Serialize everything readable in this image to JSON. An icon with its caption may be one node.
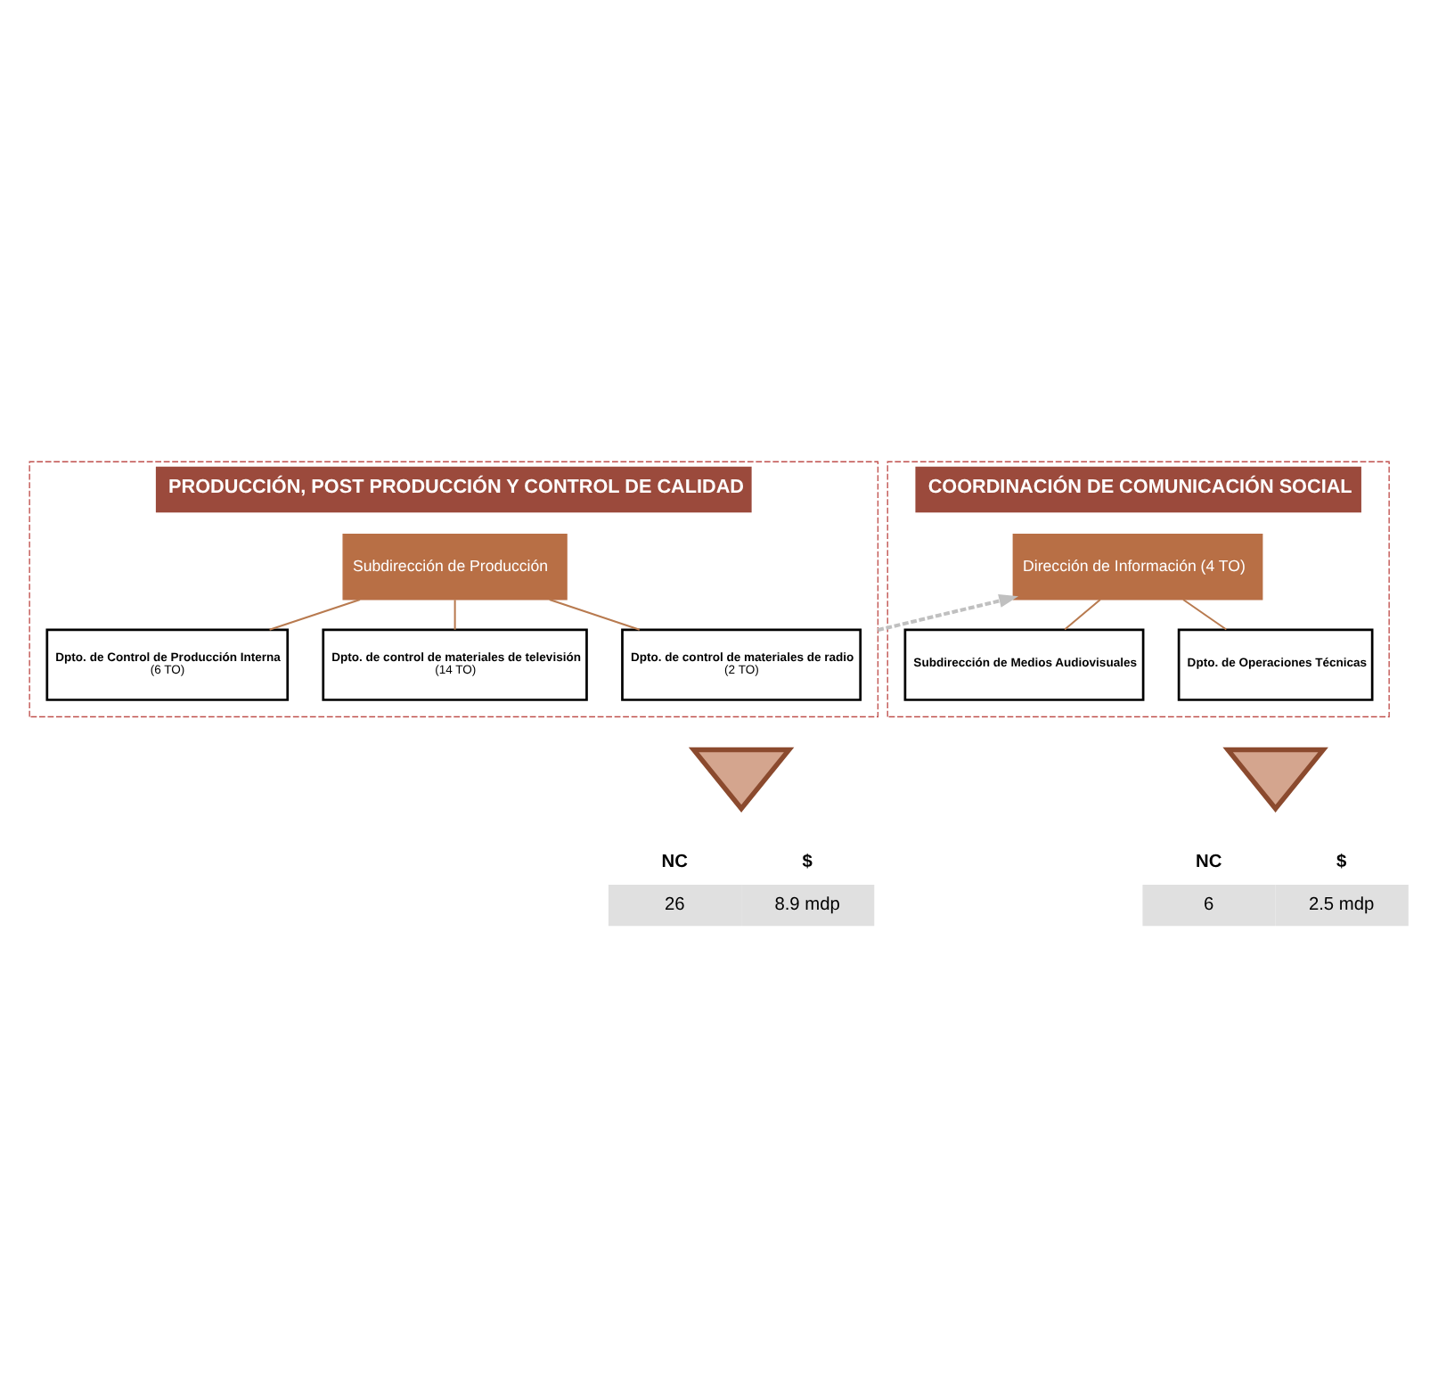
{
  "diagram": {
    "nodes": [
      {
        "text": [
          "PRODUCCIÓN, POST PRODUCCIÓN Y CONTROL DE CALIDAD"
        ]
      },
      {
        "text": [
          "Subdirección de Producción"
        ],
        "in": 0
      },
      {
        "text": [
          "Dpto. de Control de Producción Interna",
          "(6 TO)"
        ],
        "in": 0
      },
      {
        "text": [
          "Dpto. de control de materiales de televisión",
          "(14 TO)"
        ],
        "in": 0
      },
      {
        "text": [
          "Dpto. de control de materiales de radio",
          "(2 TO)"
        ],
        "in": 0
      },
      {
        "text": [
          "COORDINACIÓN DE COMUNICACIÓN SOCIAL"
        ]
      },
      {
        "text": [
          "Dirección de Información (4 TO)"
        ],
        "in": 5
      },
      {
        "text": [
          "Subdirección de Medios Audiovisuales"
        ],
        "in": 5
      },
      {
        "text": [
          "Dpto. de Operaciones Técnicas"
        ],
        "in": 5
      },
      {
        "text": [],
        "shape": "triangle"
      },
      {
        "text": [],
        "shape": "triangle"
      }
    ],
    "edges": [
      {
        "from": 1,
        "to": 2,
        "arrow": "none"
      },
      {
        "from": 1,
        "to": 3,
        "arrow": "none"
      },
      {
        "from": 1,
        "to": 4,
        "arrow": "none"
      },
      {
        "from": 6,
        "to": 7,
        "arrow": "none"
      },
      {
        "from": 6,
        "to": 8,
        "arrow": "none"
      },
      {
        "from": 0,
        "to": 6,
        "arrow": "to",
        "style": "dashed",
        "color": "#c0c0c0"
      }
    ],
    "labels": [
      "NC",
      "$",
      "26",
      "8.9 mdp",
      "NC",
      "$",
      "6",
      "2.5 mdp"
    ]
  }
}
